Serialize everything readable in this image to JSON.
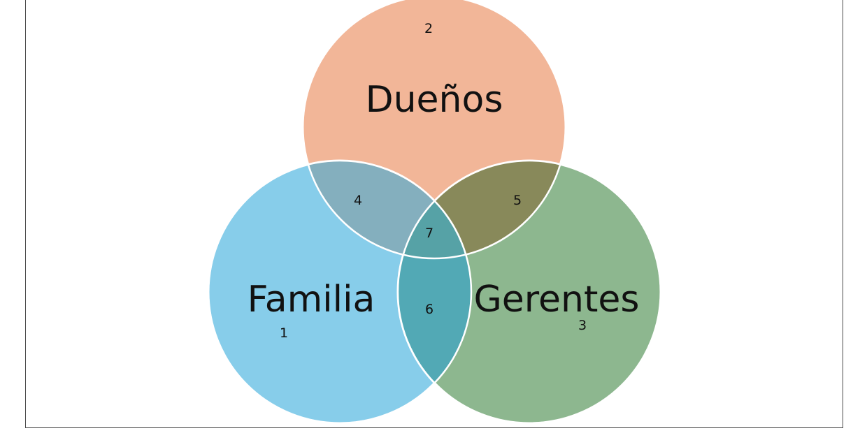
{
  "diagram": {
    "type": "venn",
    "sets": [
      {
        "id": "duenos",
        "label": "Dueños",
        "color": "#F2B698"
      },
      {
        "id": "familia",
        "label": "Familia",
        "color": "#87CDEA"
      },
      {
        "id": "gerentes",
        "label": "Gerentes",
        "color": "#8DB78F"
      }
    ],
    "regions": [
      {
        "id": "only-familia",
        "label": "1"
      },
      {
        "id": "only-duenos",
        "label": "2"
      },
      {
        "id": "only-gerentes",
        "label": "3"
      },
      {
        "id": "duenos-familia",
        "label": "4",
        "color": "#84AFBE"
      },
      {
        "id": "duenos-gerentes",
        "label": "5",
        "color": "#88895A"
      },
      {
        "id": "familia-gerentes",
        "label": "6",
        "color": "#52A9B5"
      },
      {
        "id": "all-three",
        "label": "7",
        "color": "#56A2A6"
      }
    ]
  }
}
